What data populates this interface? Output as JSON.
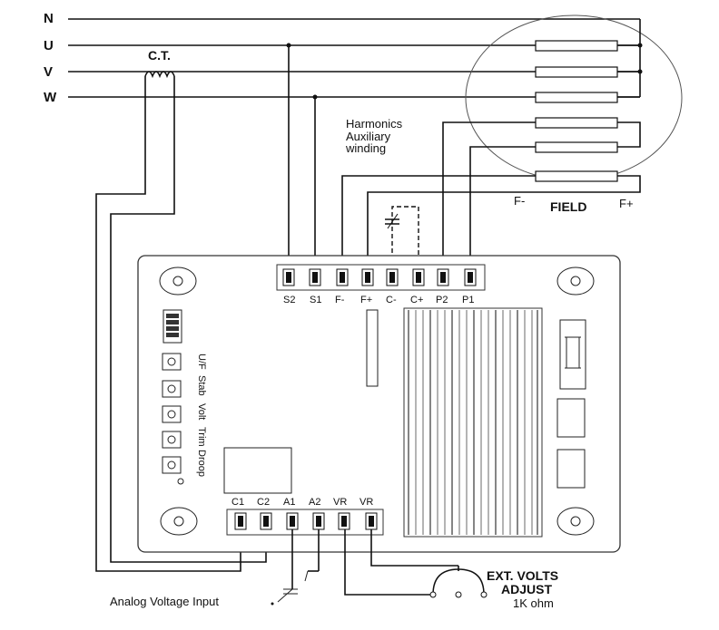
{
  "phases": [
    "N",
    "U",
    "V",
    "W"
  ],
  "ct_label": "C.T.",
  "harmonics": [
    "Harmonics",
    "Auxiliary",
    "winding"
  ],
  "field": {
    "title": "FIELD",
    "minus": "F-",
    "plus": "F+"
  },
  "top_terminals": [
    "S2",
    "S1",
    "F-",
    "F+",
    "C-",
    "C+",
    "P2",
    "P1"
  ],
  "bottom_terminals": [
    "C1",
    "C2",
    "A1",
    "A2",
    "VR",
    "VR"
  ],
  "pots": [
    "U/F",
    "Stab",
    "Volt",
    "Trim",
    "Droop"
  ],
  "analog_input": "Analog Voltage Input",
  "ext_volts": [
    "EXT. VOLTS",
    "ADJUST",
    "1K ohm"
  ],
  "colors": {
    "line": "#111111",
    "board": "#ffffff",
    "heatsink": "#444444"
  }
}
